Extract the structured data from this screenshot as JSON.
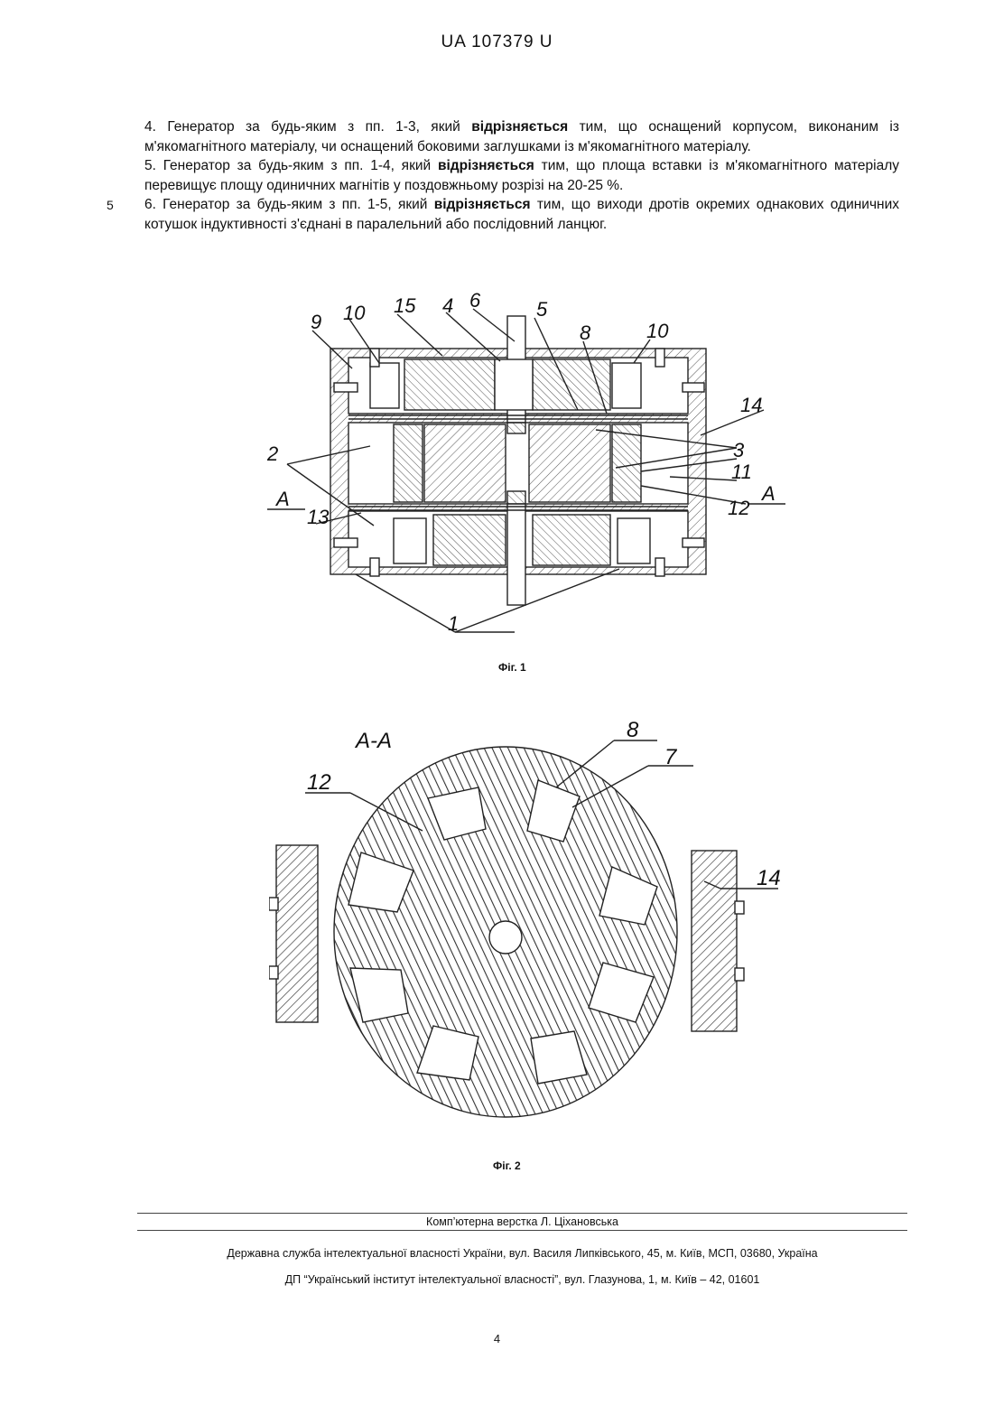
{
  "header": {
    "text": "UA   107379   U"
  },
  "claims": [
    {
      "pre": "4. Генератор за будь-яким з пп. 1-3, який ",
      "bold": "відрізняється",
      "post": " тим, що оснащений корпусом, виконаним із м'якомагнітного матеріалу, чи оснащений боковими заглушками із м'якомагнітного матеріалу."
    },
    {
      "pre": "5. Генератор за будь-яким з пп. 1-4, який ",
      "bold": "відрізняється",
      "post": " тим, що площа вставки із м'якомагнітного матеріалу перевищує площу одиничних магнітів у поздовжньому розрізі на 20-25 %."
    },
    {
      "pre": "6. Генератор за будь-яким з пп. 1-5, який ",
      "bold": "відрізняється",
      "post": " тим, що виходи дротів окремих однакових одиничних котушок індуктивності з'єднані в паралельний або послідовний ланцюг."
    }
  ],
  "line_number": "5",
  "fig1": {
    "caption": "Фіг. 1",
    "labels": {
      "l1": "1",
      "l2": "2",
      "l3": "3",
      "l4": "4",
      "l5": "5",
      "l6": "6",
      "l8": "8",
      "l9": "9",
      "l10a": "10",
      "l10b": "10",
      "l11": "11",
      "l12": "12",
      "l13": "13",
      "l14": "14",
      "l15": "15",
      "lAleft": "A",
      "lAright": "A"
    }
  },
  "fig2": {
    "caption": "Фіг. 2",
    "labels": {
      "section": "A-A",
      "l7": "7",
      "l8": "8",
      "l12": "12",
      "l14": "14"
    }
  },
  "footer": {
    "layout_credit": "Комп’ютерна верстка Л. Ціхановська",
    "agency": "Державна служба інтелектуальної власності України, вул. Василя Липківського, 45, м. Київ, МСП, 03680, Україна",
    "institute": "ДП “Український інститут інтелектуальної власності”, вул. Глазунова, 1, м. Київ – 42, 01601"
  },
  "page_number": "4"
}
